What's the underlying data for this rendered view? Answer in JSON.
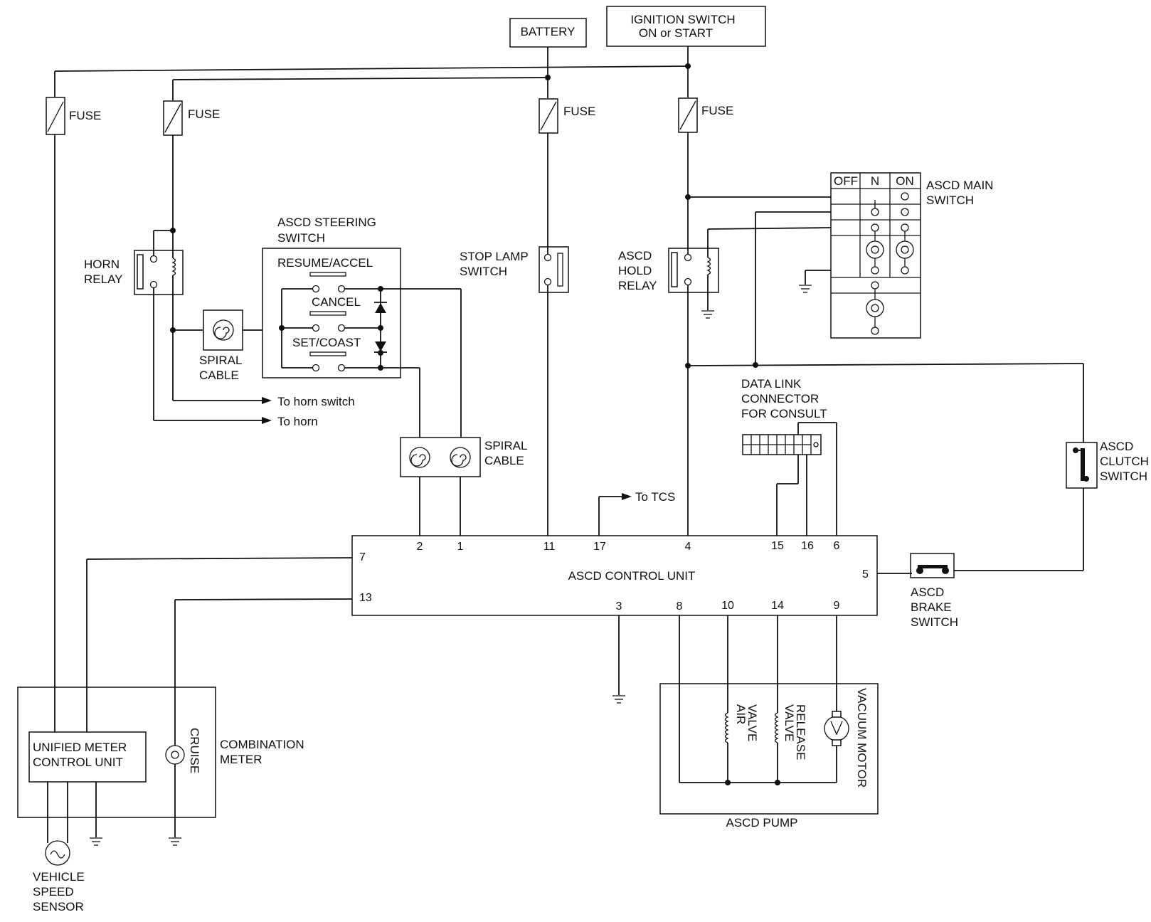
{
  "labels": {
    "battery": "BATTERY",
    "ign1": "IGNITION SWITCH",
    "ign2": "ON or START",
    "fuse": "FUSE",
    "horn1": "HORN",
    "horn2": "RELAY",
    "steer1": "ASCD STEERING",
    "steer2": "SWITCH",
    "resume": "RESUME/ACCEL",
    "cancel": "CANCEL",
    "setcoast": "SET/COAST",
    "spiral1": "SPIRAL",
    "spiral2": "CABLE",
    "stoplamp1": "STOP LAMP",
    "stoplamp2": "SWITCH",
    "hold1": "ASCD",
    "hold2": "HOLD",
    "hold3": "RELAY",
    "main1": "ASCD MAIN",
    "main2": "SWITCH",
    "off": "OFF",
    "n": "N",
    "on": "ON",
    "tohornsw": "To horn switch",
    "tohorn": "To horn",
    "dlc1": "DATA LINK",
    "dlc2": "CONNECTOR",
    "dlc3": "FOR CONSULT",
    "totcs": "To TCS",
    "clutch1": "ASCD",
    "clutch2": "CLUTCH",
    "clutch3": "SWITCH",
    "control": "ASCD CONTROL UNIT",
    "brake1": "ASCD",
    "brake2": "BRAKE",
    "brake3": "SWITCH",
    "unified1": "UNIFIED METER",
    "unified2": "CONTROL UNIT",
    "cruise": "CRUISE",
    "combo1": "COMBINATION",
    "combo2": "METER",
    "vss1": "VEHICLE",
    "vss2": "SPEED",
    "vss3": "SENSOR",
    "airvalve1": "AIR",
    "airvalve2": "VALVE",
    "release1": "RELEASE",
    "release2": "VALVE",
    "vacuum": "VACUUM MOTOR",
    "pump": "ASCD PUMP"
  },
  "pins": {
    "p2": "2",
    "p1": "1",
    "p11": "11",
    "p17": "17",
    "p4": "4",
    "p15": "15",
    "p16": "16",
    "p6": "6",
    "p7": "7",
    "p13": "13",
    "p5": "5",
    "p3": "3",
    "p8": "8",
    "p10": "10",
    "p14": "14",
    "p9": "9"
  }
}
